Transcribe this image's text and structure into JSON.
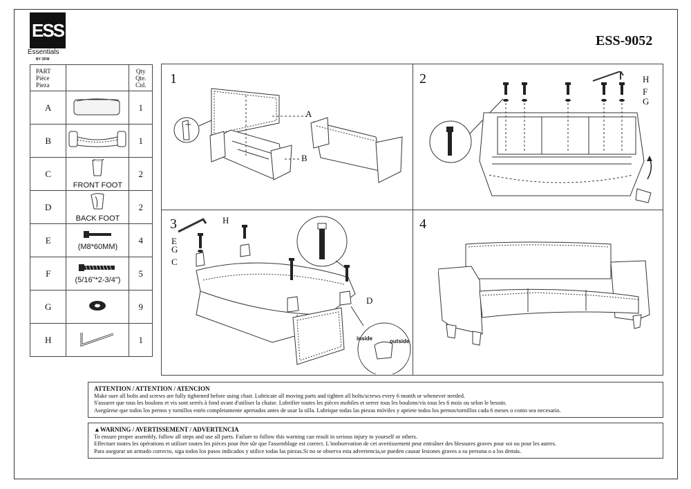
{
  "brand": {
    "logo_text": "ESS",
    "name": "Essentials",
    "sub": "BY OFM"
  },
  "model": "ESS-9052",
  "parts_header": {
    "part": [
      "PART",
      "Piéce",
      "Pieza"
    ],
    "qty": [
      "Qty",
      "Qte.",
      "Ctd."
    ]
  },
  "parts": [
    {
      "id": "A",
      "label": "",
      "qty": "1"
    },
    {
      "id": "B",
      "label": "",
      "qty": "1"
    },
    {
      "id": "C",
      "label": "FRONT FOOT",
      "qty": "2"
    },
    {
      "id": "D",
      "label": "BACK FOOT",
      "qty": "2"
    },
    {
      "id": "E",
      "label": "(M8*60MM)",
      "qty": "4"
    },
    {
      "id": "F",
      "label": "(5/16\"*2-3/4\")",
      "qty": "5"
    },
    {
      "id": "G",
      "label": "",
      "qty": "9"
    },
    {
      "id": "H",
      "label": "",
      "qty": "1"
    }
  ],
  "steps": [
    {
      "num": "1",
      "callouts": [
        "A",
        "B"
      ]
    },
    {
      "num": "2",
      "callouts": [
        "H",
        "F",
        "G"
      ]
    },
    {
      "num": "3",
      "callouts": [
        "H",
        "E",
        "G",
        "C",
        "D"
      ],
      "inset": [
        "inside",
        "outside"
      ]
    },
    {
      "num": "4",
      "callouts": []
    }
  ],
  "attention": {
    "title": "ATTENTION / ATTENTION / ATENCION",
    "lines": [
      "Make sure all bolts and screws are fully tightened before using chair. Lubricate all moving parts and tighten all bolts/screws every 6 month or whenever needed.",
      "S'assurer que tous les boulons et vis sont serrés à fond avant d'utiliser la chaise. Lubrifier toutes les pièces mobiles et serrer tous les boulons/vis tous les 6 mois ou selon le besoin.",
      "Asegúrese que todos los pernos y tornillos estén completamente apretados antes de usar la silla. Lubrique todas las piezas móviles y apriete todos los pernos/tornillos cada 6 meses o como sea necesario."
    ]
  },
  "warning": {
    "title": "▲WARNING / AVERTISSEMENT / ADVERTENCIA",
    "lines": [
      "To ensure proper assembly, follow all steps and use all parts. Failure to follow this warning can result in serious injury to yourself or others.",
      "Effectuer toutes les opérations et utiliser toutes les pièces pour être sûr que l'assemblage est correct. L'inobservation de cet avertissement peut entraîner des blessures graves pour soi ou pour les autres.",
      "Para asegurar un armado correcto, siga todos los pasos indicados y utilice todas las piezas.Si no se observa esta advertencia,se pueden causar lesiones graves a su persona o a los demás."
    ]
  }
}
